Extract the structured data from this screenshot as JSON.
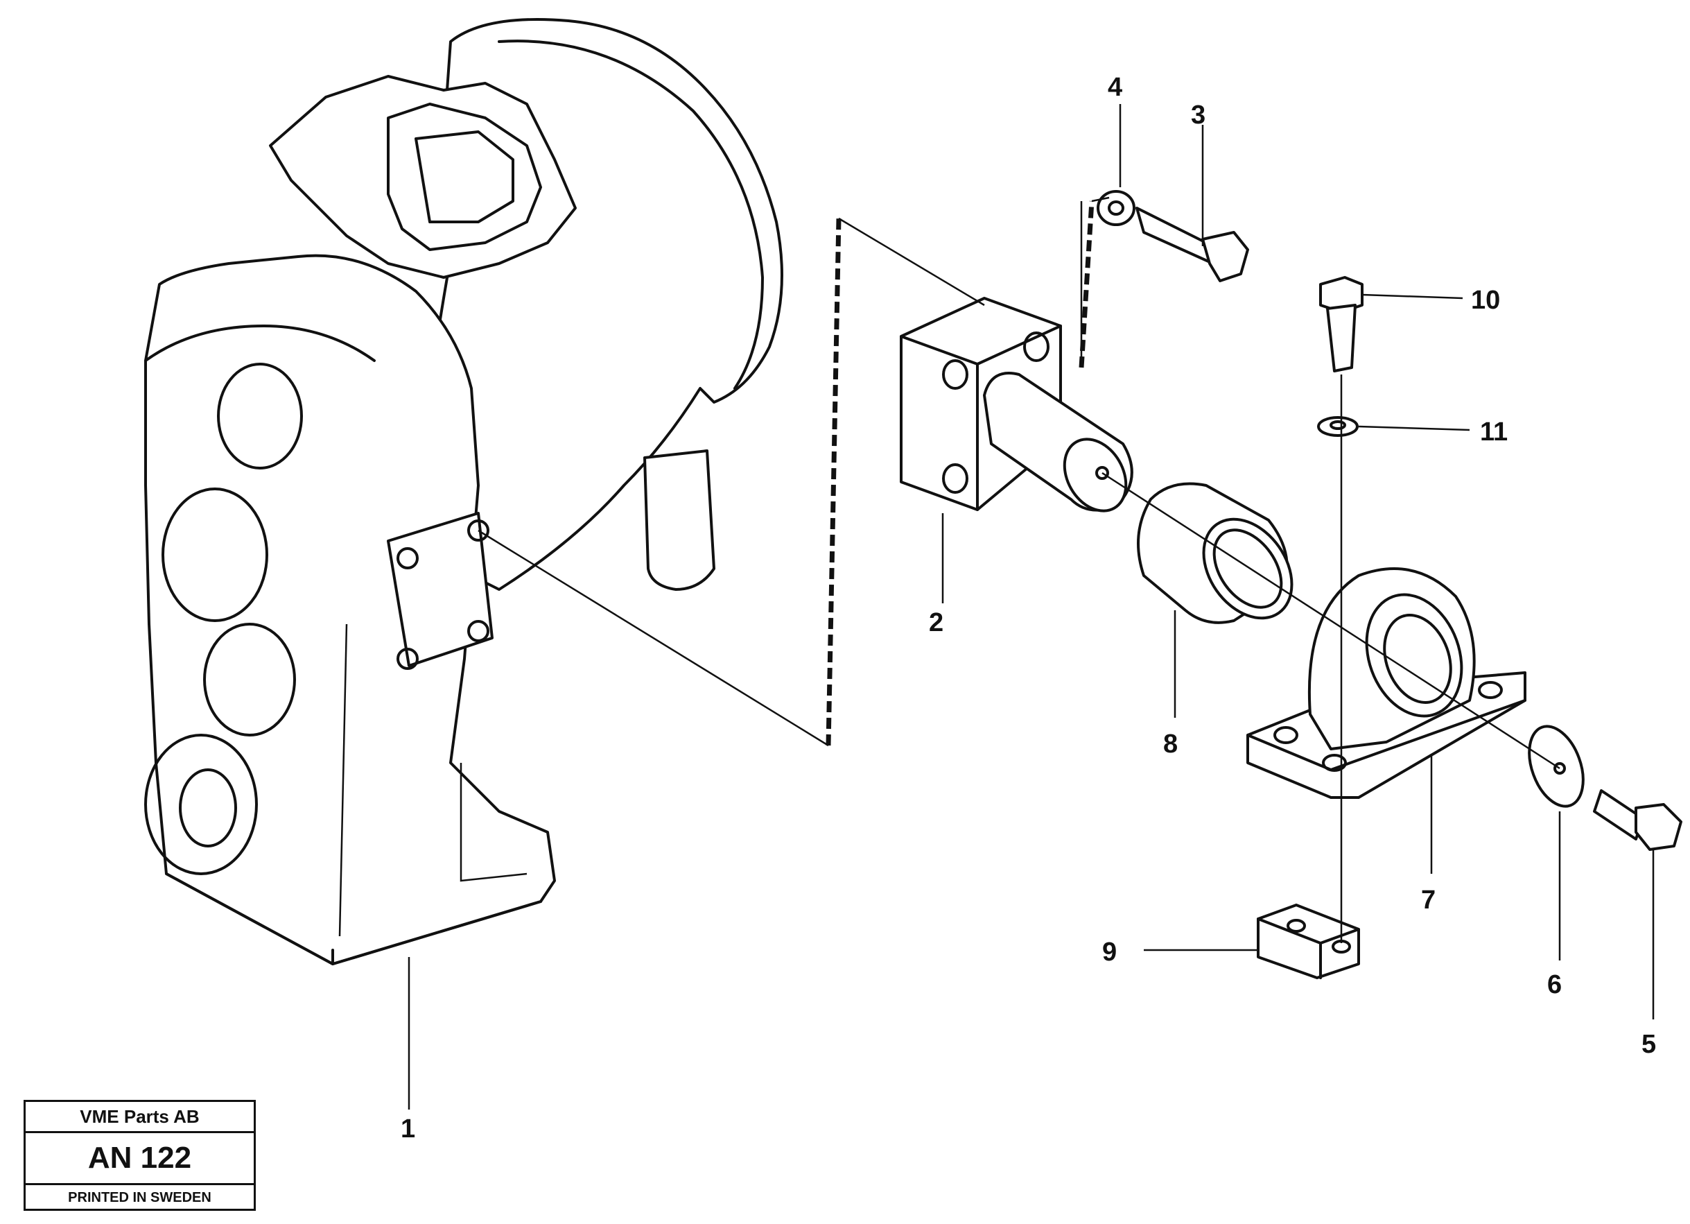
{
  "callouts": [
    {
      "id": "1",
      "label": "1"
    },
    {
      "id": "2",
      "label": "2"
    },
    {
      "id": "3",
      "label": "3"
    },
    {
      "id": "4",
      "label": "4"
    },
    {
      "id": "5",
      "label": "5"
    },
    {
      "id": "6",
      "label": "6"
    },
    {
      "id": "7",
      "label": "7"
    },
    {
      "id": "8",
      "label": "8"
    },
    {
      "id": "9",
      "label": "9"
    },
    {
      "id": "10",
      "label": "10"
    },
    {
      "id": "11",
      "label": "11"
    }
  ],
  "title_block": {
    "company": "VME Parts AB",
    "code": "AN 122",
    "printed": "PRINTED IN SWEDEN"
  }
}
